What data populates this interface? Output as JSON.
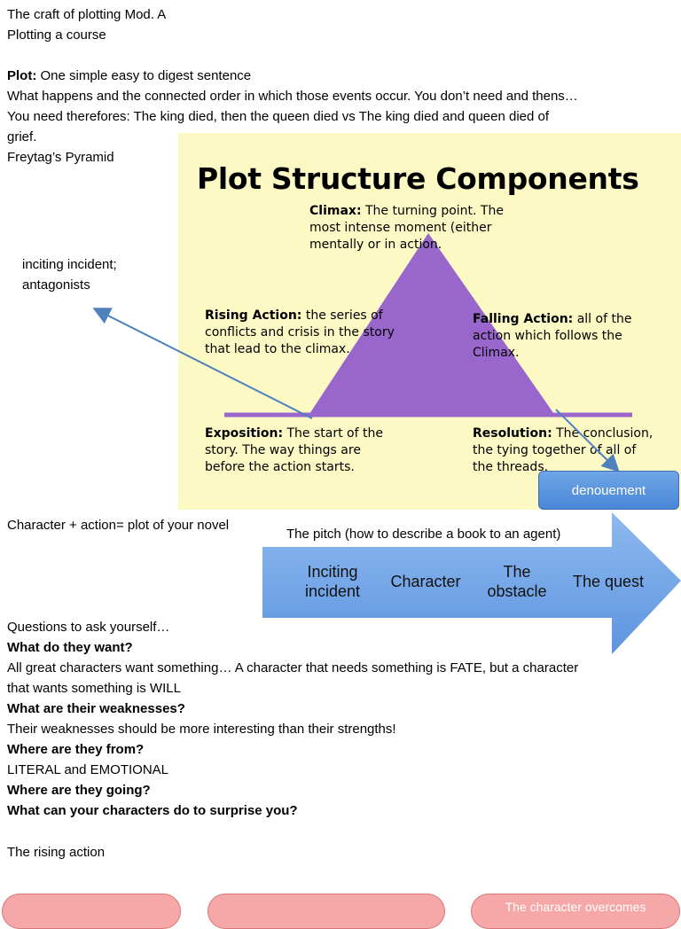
{
  "intro": {
    "line1": "The craft of plotting Mod. A",
    "line2": "Plotting a course",
    "plot_label": "Plot:",
    "plot_text": " One simple easy to digest sentence",
    "line4": "What happens and the connected order in which those events occur. You don’t need and thens…",
    "line5": "You need therefores: The king died, then the queen died vs The king died and queen died of",
    "line6": "grief.",
    "line7": "Freytag’s Pyramid"
  },
  "figure": {
    "title": "Plot Structure Components",
    "climax": {
      "label": "Climax:",
      "text": " The turning point.  The",
      "l2": "most intense moment (either",
      "l3": "mentally or in action."
    },
    "rising": {
      "label": "Rising Action:",
      "text": " the series of",
      "l2": "conflicts and crisis in the story",
      "l3": "that lead to the climax."
    },
    "falling": {
      "label": "Falling Action:",
      "text": " all of the",
      "l2": "action which follows the",
      "l3": "Climax."
    },
    "exposition": {
      "label": "Exposition:",
      "text": "  The start of the",
      "l2": "story.  The way things are",
      "l3": "before the action starts."
    },
    "resolution": {
      "label": "Resolution:",
      "text": " The conclusion,",
      "l2": "the tying together of all of",
      "l3": "the threads."
    },
    "colors": {
      "background": "#fdf9c4",
      "triangle": "#9966cc"
    }
  },
  "annotations": {
    "inciting_l1": "inciting incident;",
    "inciting_l2": "antagonists",
    "denouement": "denouement"
  },
  "character_action": "Character + action= plot of your novel",
  "pitch": {
    "title": "The pitch (how to describe a book to an agent)",
    "items": [
      {
        "l1": "Inciting",
        "l2": "incident"
      },
      {
        "l1": "Character",
        "l2": ""
      },
      {
        "l1": "The",
        "l2": "obstacle"
      },
      {
        "l1": "The quest",
        "l2": ""
      }
    ],
    "color": "#6fa4e6"
  },
  "questions": {
    "intro": "Questions to ask yourself…",
    "q1": "What do they want?",
    "a1_l1": "All great characters want something… A character that needs something is FATE, but a character",
    "a1_l2": "that wants something is WILL",
    "q2": "What are their weaknesses?",
    "a2": "Their weaknesses should be more interesting than their strengths!",
    "q3": "Where are they from?",
    "a3": "LITERAL and EMOTIONAL",
    "q4": "Where are they going?",
    "q5": "What can your characters do to surprise you?"
  },
  "rising_action": "The rising action",
  "pills": [
    "",
    "",
    "The character overcomes"
  ]
}
